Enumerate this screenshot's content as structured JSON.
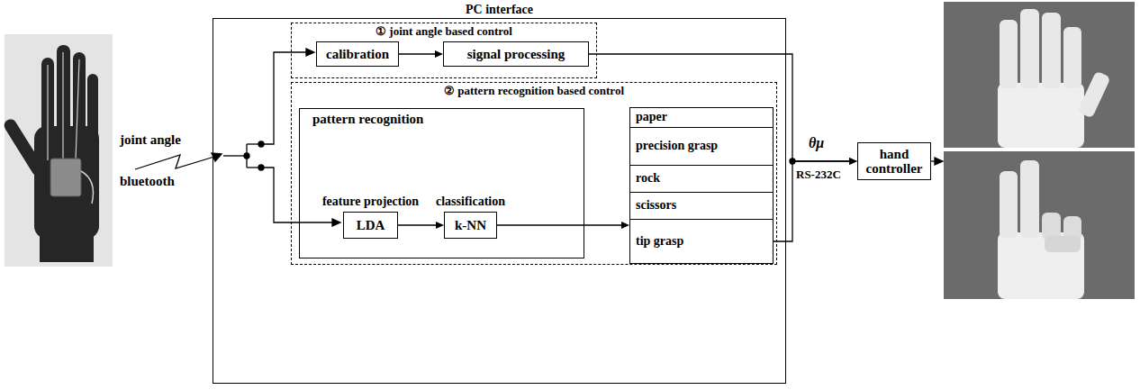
{
  "diagram": {
    "nodes": [
      {
        "text": [
          "PC interface"
        ]
      },
      {
        "text": [
          "① joint angle based control"
        ],
        "in": 0
      },
      {
        "text": [
          "calibration"
        ],
        "in": 1
      },
      {
        "text": [
          "signal processing"
        ],
        "in": 1
      },
      {
        "text": [
          "② pattern recognition based control"
        ],
        "in": 0
      },
      {
        "text": [
          "pattern recognition"
        ],
        "in": 4
      },
      {
        "text": [
          "feature projection",
          "LDA"
        ],
        "in": 5
      },
      {
        "text": [
          "classification",
          "k-NN"
        ],
        "in": 5
      },
      {
        "text": [
          "paper"
        ],
        "in": 4
      },
      {
        "text": [
          "precision grasp"
        ],
        "in": 4
      },
      {
        "text": [
          "rock"
        ],
        "in": 4
      },
      {
        "text": [
          "scissors"
        ],
        "in": 4
      },
      {
        "text": [
          "tip grasp"
        ],
        "in": 4
      },
      {
        "text": [
          "hand controller"
        ]
      }
    ],
    "edges": [
      {
        "from": 2,
        "to": 3,
        "arrow": "to"
      },
      {
        "from": 6,
        "to": 7,
        "arrow": "to"
      },
      {
        "from": 7,
        "to": 12,
        "arrow": "to"
      },
      {
        "from": 3,
        "to": 13,
        "arrow": "to"
      },
      {
        "from": 12,
        "to": 13,
        "arrow": "to"
      }
    ],
    "labels": [
      "joint angle",
      "bluetooth",
      "θμ",
      "RS-232C"
    ]
  }
}
